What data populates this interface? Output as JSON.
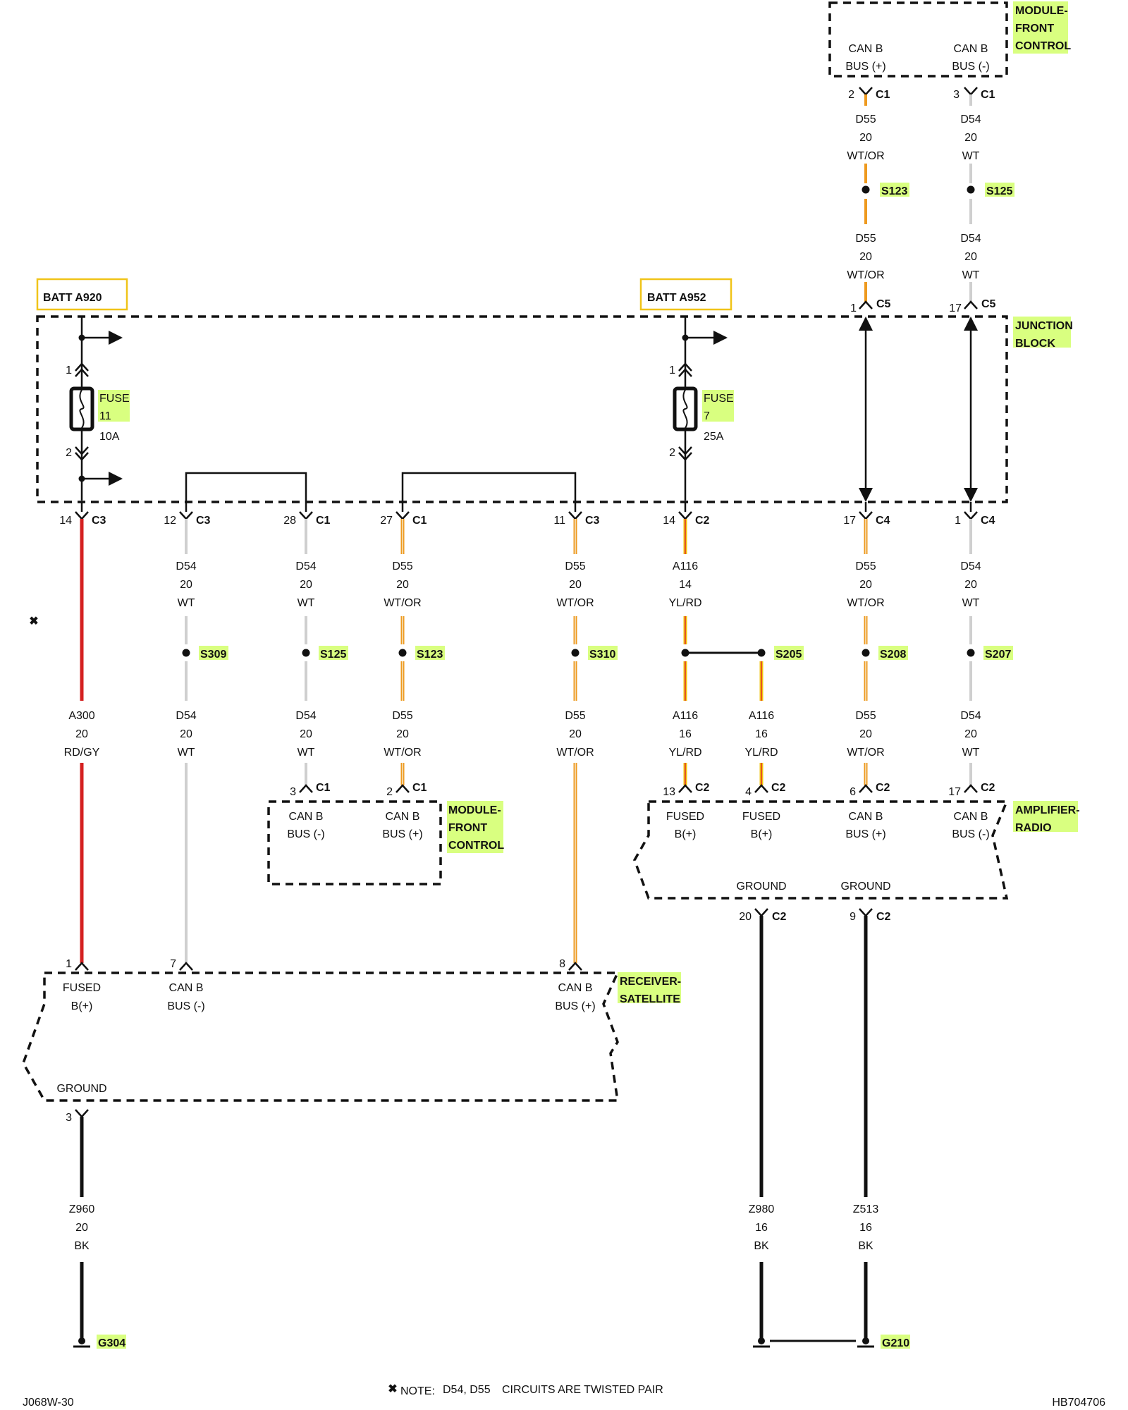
{
  "colors": {
    "wt": "#cfcfcf",
    "wtor": "#ee9a1f",
    "rdgy": "#d42020",
    "ylrd": "#f2c40a",
    "bk": "#111111",
    "highlight": "#d9ff80",
    "batt_border": "#f0c419"
  },
  "modules": {
    "mfc_top": {
      "title": [
        "MODULE-",
        "FRONT",
        "CONTROL"
      ],
      "pins": [
        [
          "CAN B",
          "BUS (+)"
        ],
        [
          "CAN B",
          "BUS (-)"
        ]
      ]
    },
    "junction": {
      "title": [
        "JUNCTION",
        "BLOCK"
      ]
    },
    "mfc_mid": {
      "title": [
        "MODULE-",
        "FRONT",
        "CONTROL"
      ],
      "pins": [
        [
          "CAN B",
          "BUS (-)"
        ],
        [
          "CAN B",
          "BUS (+)"
        ]
      ]
    },
    "amp": {
      "title": [
        "AMPLIFIER-",
        "RADIO"
      ],
      "pins": [
        [
          "FUSED",
          "B(+)"
        ],
        [
          "FUSED",
          "B(+)"
        ],
        [
          "CAN B",
          "BUS (+)"
        ],
        [
          "CAN B",
          "BUS (-)"
        ]
      ],
      "ground": [
        "GROUND",
        "GROUND"
      ]
    },
    "recv": {
      "title": [
        "RECEIVER-",
        "SATELLITE"
      ],
      "pins": [
        [
          "FUSED",
          "B(+)"
        ],
        [
          "CAN B",
          "BUS (-)"
        ],
        [
          "CAN B",
          "BUS (+)"
        ]
      ],
      "ground": [
        "GROUND"
      ]
    }
  },
  "batt": [
    "BATT A920",
    "BATT A952"
  ],
  "fuses": [
    {
      "label": [
        "FUSE",
        "11"
      ],
      "rating": "10A",
      "pins": [
        "1",
        "2"
      ]
    },
    {
      "label": [
        "FUSE",
        "7"
      ],
      "rating": "25A",
      "pins": [
        "1",
        "2"
      ]
    }
  ],
  "connectors": {
    "top1": [
      "2",
      "C1"
    ],
    "top2": [
      "3",
      "C1"
    ],
    "c5a": [
      "1",
      "C5"
    ],
    "c5b": [
      "17",
      "C5"
    ],
    "jb": [
      [
        "14",
        "C3"
      ],
      [
        "12",
        "C3"
      ],
      [
        "28",
        "C1"
      ],
      [
        "27",
        "C1"
      ],
      [
        "11",
        "C3"
      ],
      [
        "14",
        "C2"
      ],
      [
        "17",
        "C4"
      ],
      [
        "1",
        "C4"
      ]
    ],
    "mfc": [
      [
        "3",
        "C1"
      ],
      [
        "2",
        "C1"
      ]
    ],
    "amp": [
      [
        "13",
        "C2"
      ],
      [
        "4",
        "C2"
      ],
      [
        "6",
        "C2"
      ],
      [
        "17",
        "C2"
      ]
    ],
    "ampg": [
      [
        "20",
        "C2"
      ],
      [
        "9",
        "C2"
      ]
    ],
    "recv": [
      "1",
      "7",
      "8"
    ],
    "recvg": "3"
  },
  "wires": {
    "top_d55_a": [
      "D55",
      "20",
      "WT/OR"
    ],
    "top_d54_a": [
      "D54",
      "20",
      "WT"
    ],
    "top_d55_b": [
      "D55",
      "20",
      "WT/OR"
    ],
    "top_d54_b": [
      "D54",
      "20",
      "WT"
    ],
    "upper": [
      [
        "D54",
        "20",
        "WT"
      ],
      [
        "D54",
        "20",
        "WT"
      ],
      [
        "D55",
        "20",
        "WT/OR"
      ],
      [
        "D55",
        "20",
        "WT/OR"
      ],
      [
        "A116",
        "14",
        "YL/RD"
      ],
      [
        "D55",
        "20",
        "WT/OR"
      ],
      [
        "D54",
        "20",
        "WT"
      ]
    ],
    "lower": [
      [
        "A300",
        "20",
        "RD/GY"
      ],
      [
        "D54",
        "20",
        "WT"
      ],
      [
        "D54",
        "20",
        "WT"
      ],
      [
        "D55",
        "20",
        "WT/OR"
      ],
      [
        "D55",
        "20",
        "WT/OR"
      ],
      [
        "A116",
        "16",
        "YL/RD"
      ],
      [
        "A116",
        "16",
        "YL/RD"
      ],
      [
        "D55",
        "20",
        "WT/OR"
      ],
      [
        "D54",
        "20",
        "WT"
      ]
    ],
    "ground": [
      [
        "Z960",
        "20",
        "BK"
      ],
      [
        "Z980",
        "16",
        "BK"
      ],
      [
        "Z513",
        "16",
        "BK"
      ]
    ]
  },
  "splices": [
    "S123",
    "S125",
    "S309",
    "S125",
    "S123",
    "S310",
    "S205",
    "S208",
    "S207"
  ],
  "grounds": [
    "G304",
    "G210"
  ],
  "twist_mark": "✖",
  "note": {
    "mark": "✖",
    "label": "NOTE:",
    "circuits": "D54, D55",
    "text": "CIRCUITS ARE TWISTED PAIR"
  },
  "footer": {
    "left": "J068W-30",
    "right": "HB704706"
  }
}
